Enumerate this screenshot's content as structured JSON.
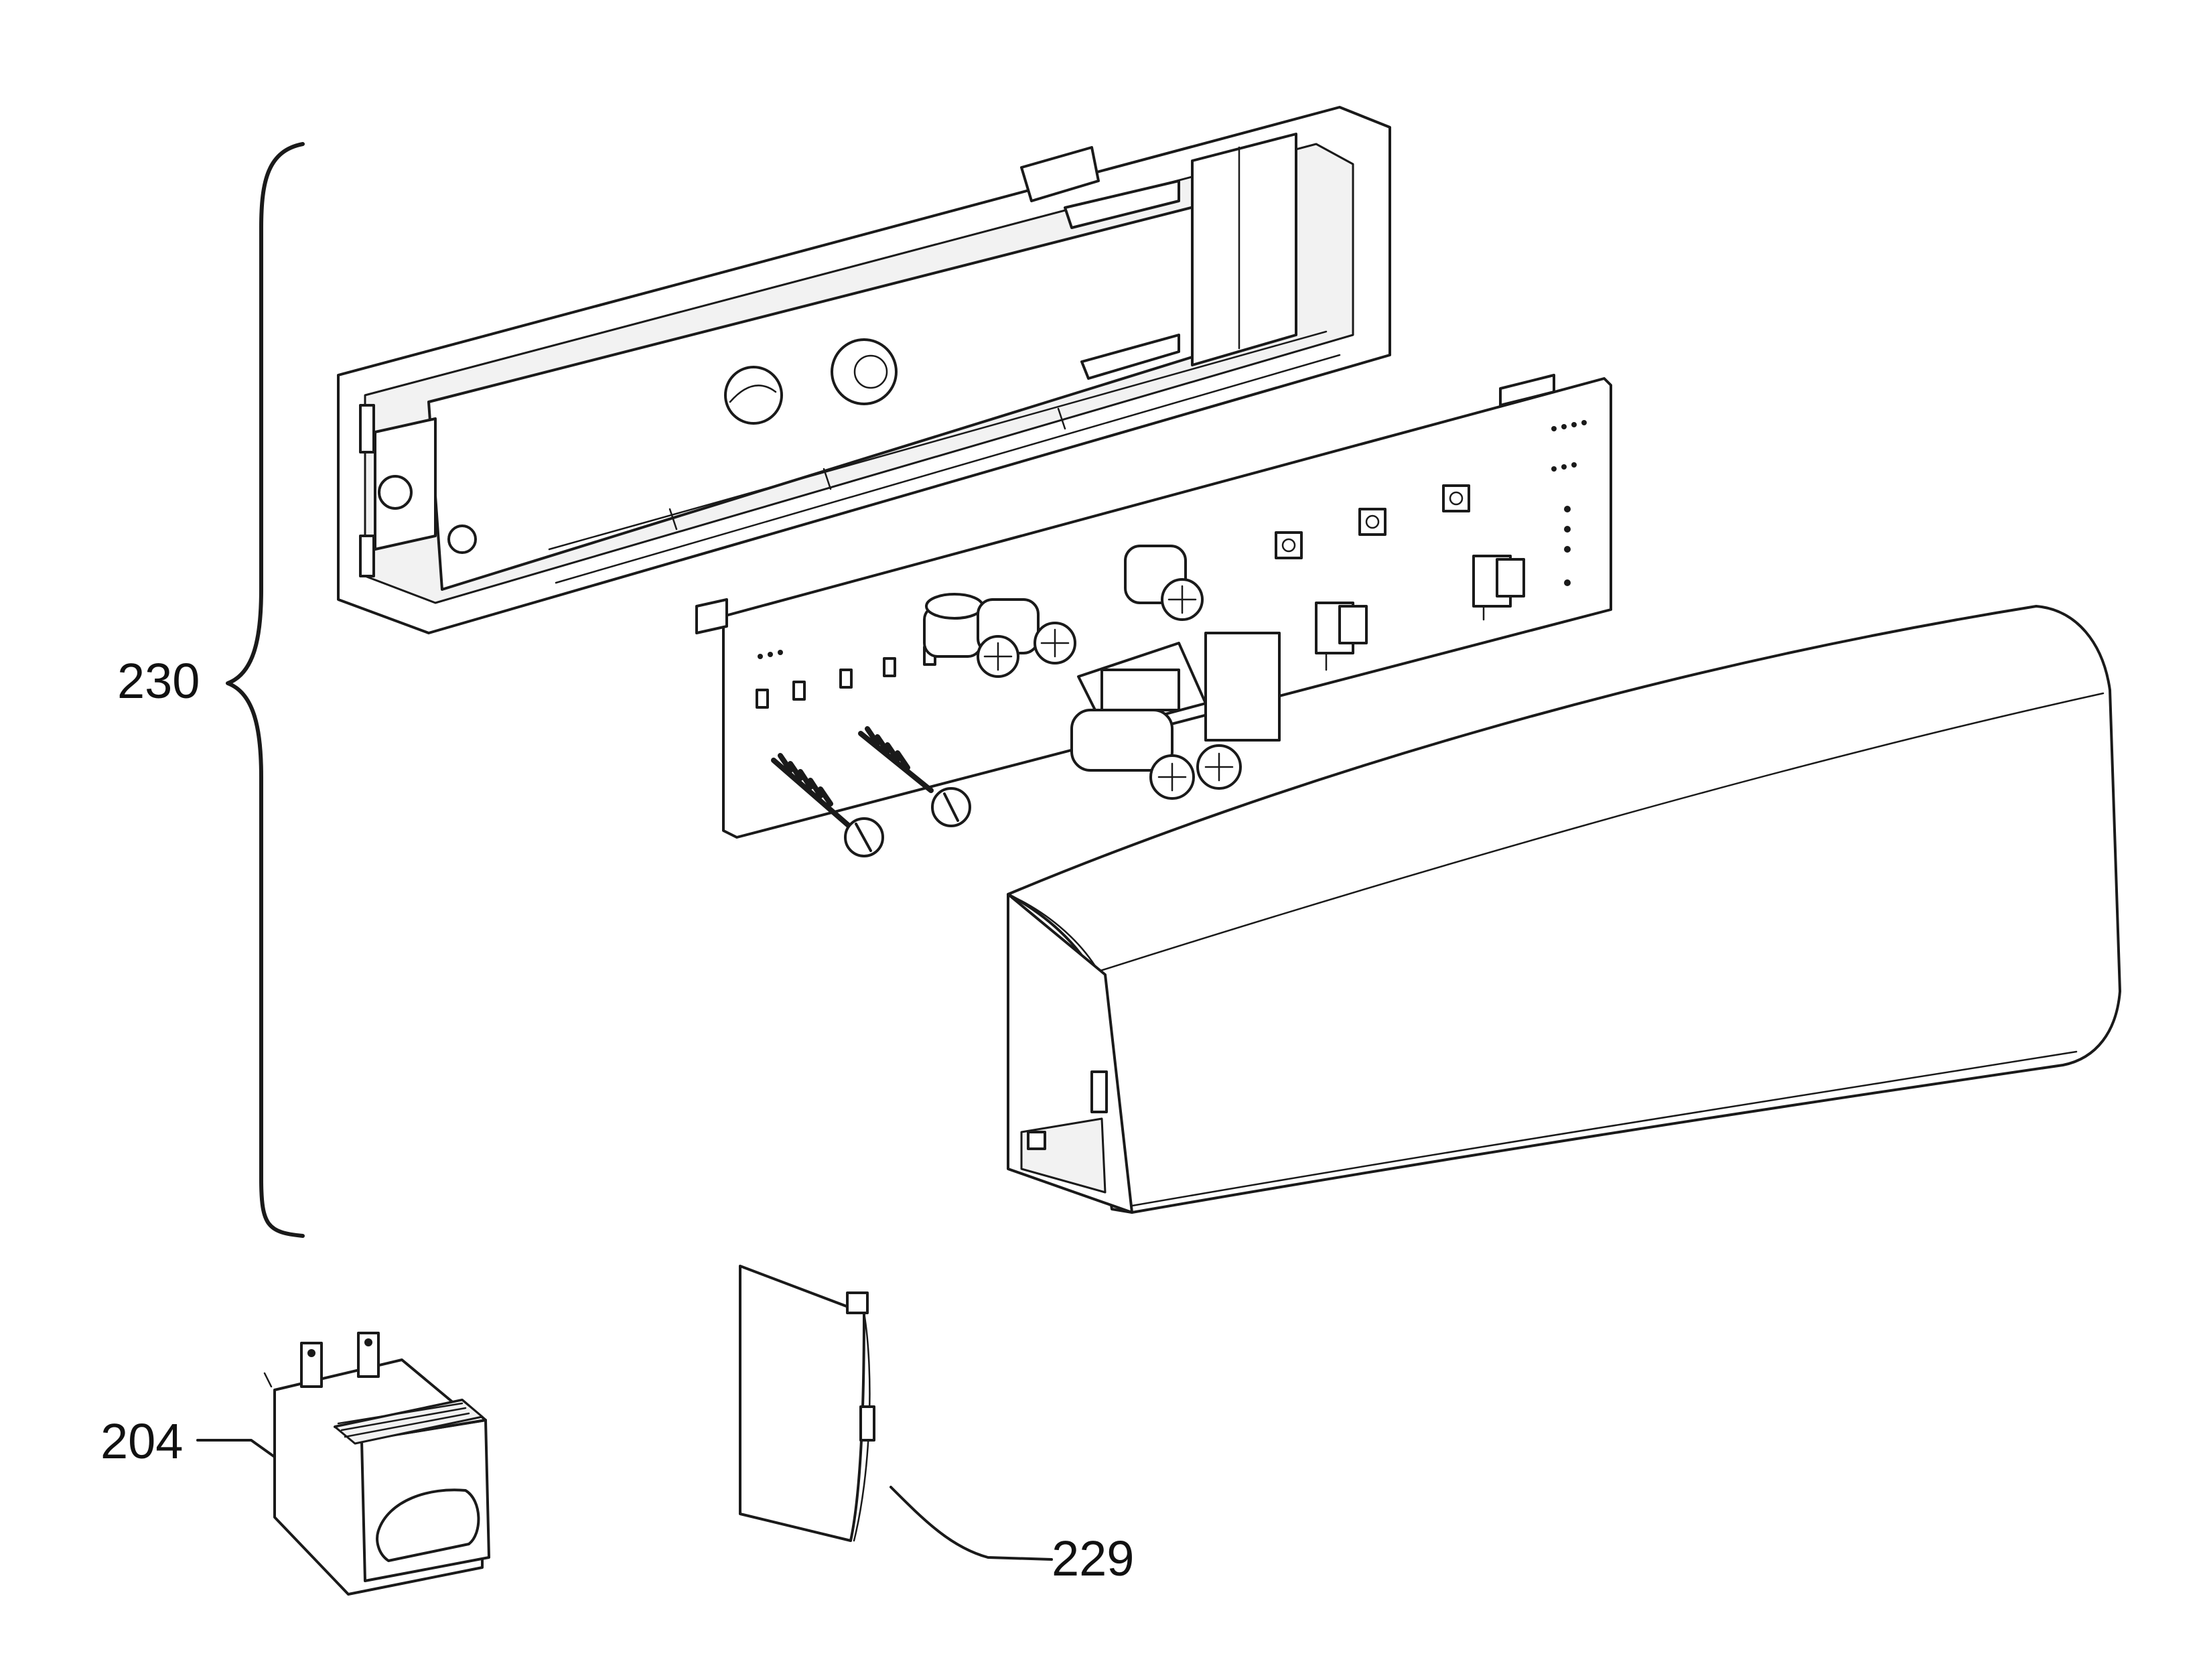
{
  "figure": {
    "labels": {
      "assembly": "230",
      "switch": "204",
      "cover": "229"
    }
  }
}
